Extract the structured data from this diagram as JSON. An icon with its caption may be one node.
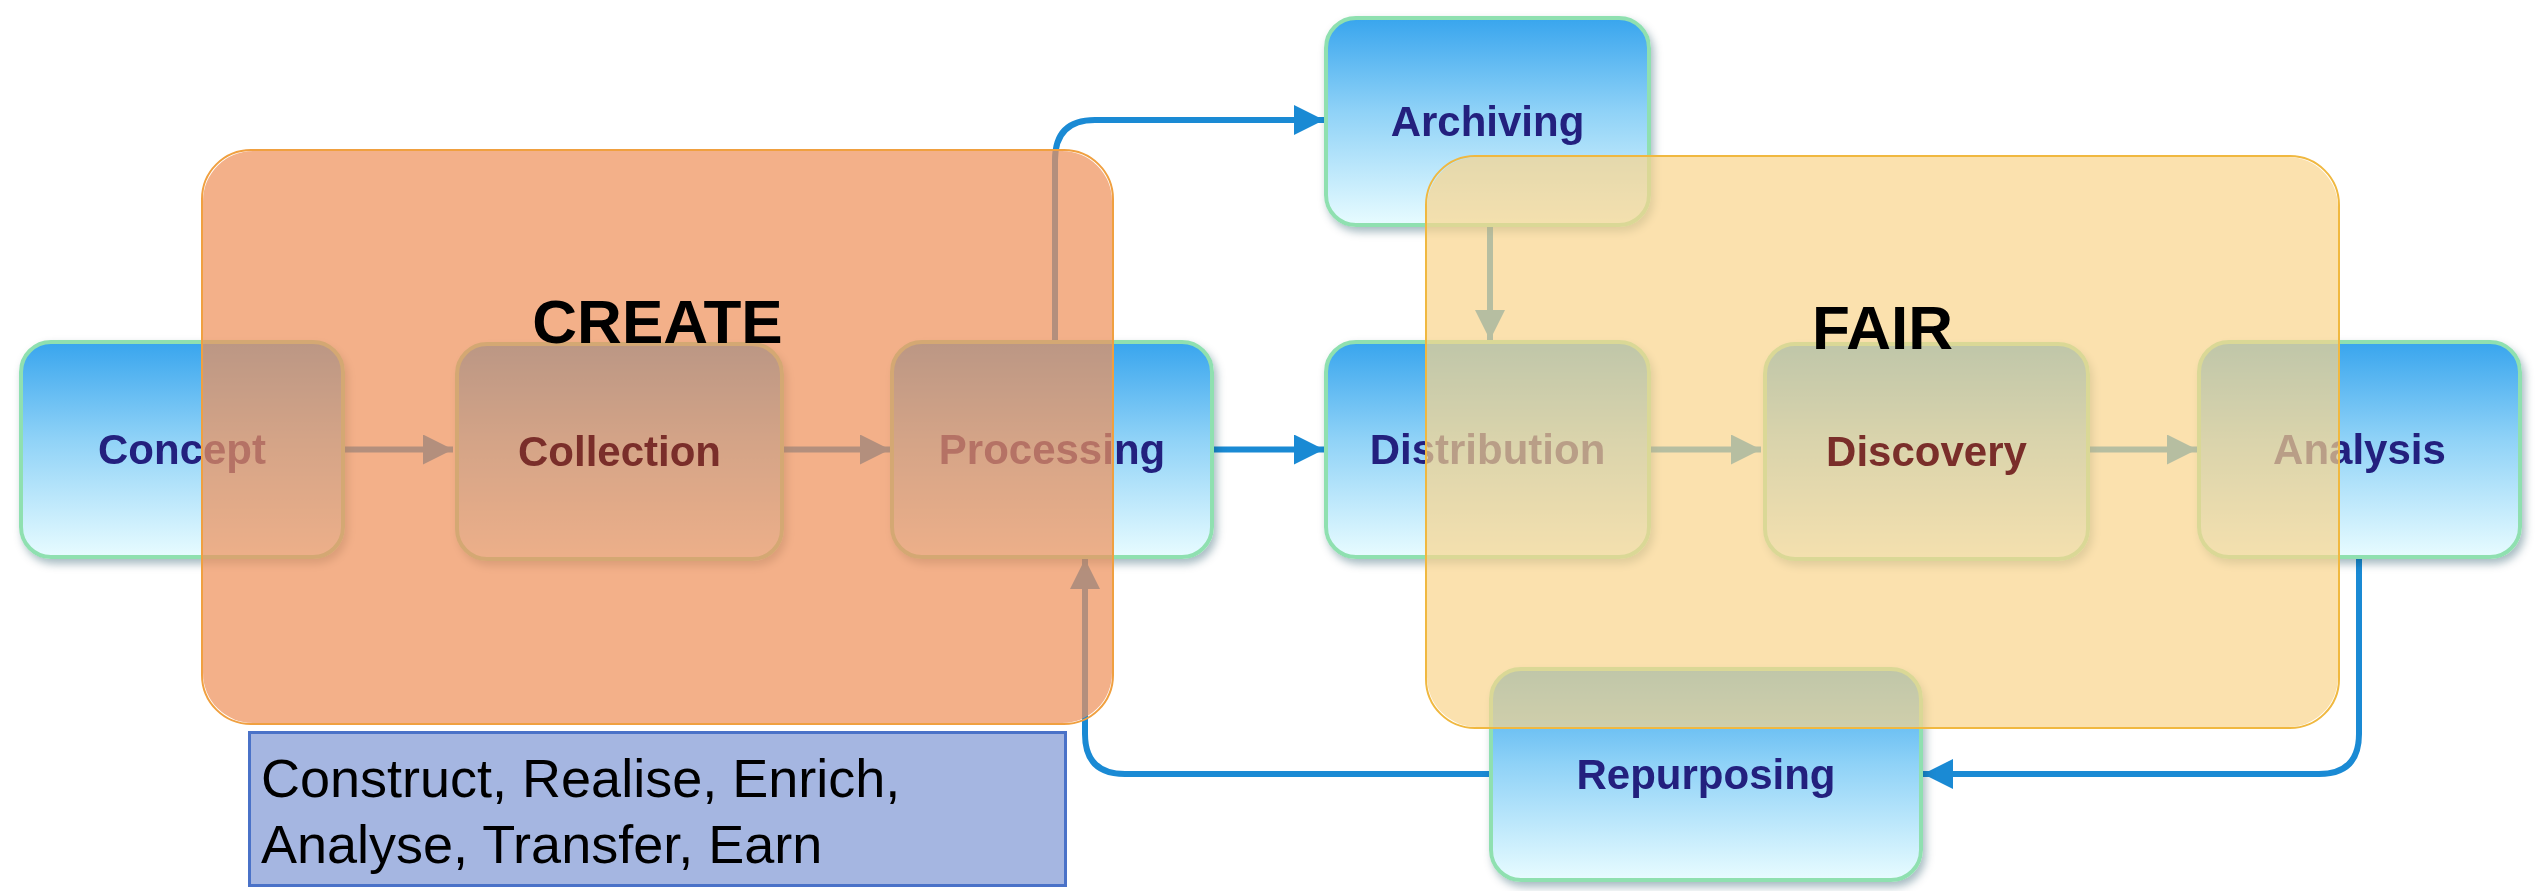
{
  "diagram": {
    "nodes": [
      {
        "text": [
          "CREATE"
        ]
      },
      {
        "text": [
          "Concept"
        ]
      },
      {
        "text": [
          "Collection"
        ],
        "in": 0
      },
      {
        "text": [
          "Processing"
        ]
      },
      {
        "text": [
          "Archiving"
        ]
      },
      {
        "text": [
          "FAIR"
        ]
      },
      {
        "text": [
          "Distribution"
        ]
      },
      {
        "text": [
          "Discovery"
        ],
        "in": 5
      },
      {
        "text": [
          "Analysis"
        ]
      },
      {
        "text": [
          "Construct, Realise, Enrich, Analyse, Transfer, Earn"
        ]
      },
      {
        "text": [
          "Repurposing"
        ]
      }
    ],
    "edges": [
      {
        "from": 1,
        "to": 2,
        "arrow": "to"
      },
      {
        "from": 2,
        "to": 3,
        "arrow": "to"
      },
      {
        "from": 3,
        "to": 6,
        "arrow": "to"
      },
      {
        "from": 3,
        "to": 4,
        "arrow": "to"
      },
      {
        "from": 4,
        "to": 6,
        "arrow": "to"
      },
      {
        "from": 6,
        "to": 7,
        "arrow": "to"
      },
      {
        "from": 7,
        "to": 8,
        "arrow": "to"
      },
      {
        "from": 8,
        "to": 10,
        "arrow": "to"
      },
      {
        "from": 10,
        "to": 3,
        "arrow": "to"
      }
    ]
  }
}
